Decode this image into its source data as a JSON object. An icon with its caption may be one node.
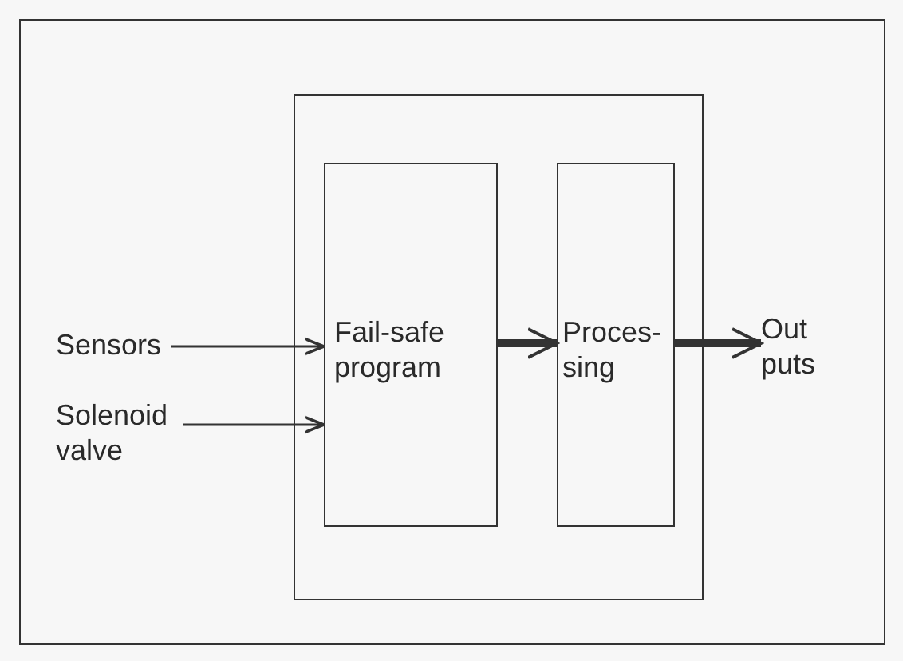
{
  "diagram": {
    "nodes": [
      {
        "text": [],
        "shape": "box"
      },
      {
        "text": [
          "Fail-safe program"
        ],
        "in": 0
      },
      {
        "text": [
          "Proces-sing"
        ],
        "in": 0
      },
      {
        "text": [
          "Sensors"
        ]
      },
      {
        "text": [
          "Solenoid valve"
        ]
      },
      {
        "text": [
          "Out puts"
        ]
      }
    ],
    "edges": [
      {
        "from": 3,
        "to": 1,
        "arrow": "to"
      },
      {
        "from": 4,
        "to": 1,
        "arrow": "to"
      },
      {
        "from": 1,
        "to": 2,
        "arrow": "to",
        "style": "thick"
      },
      {
        "from": 2,
        "to": 5,
        "arrow": "to",
        "style": "thick"
      }
    ]
  }
}
